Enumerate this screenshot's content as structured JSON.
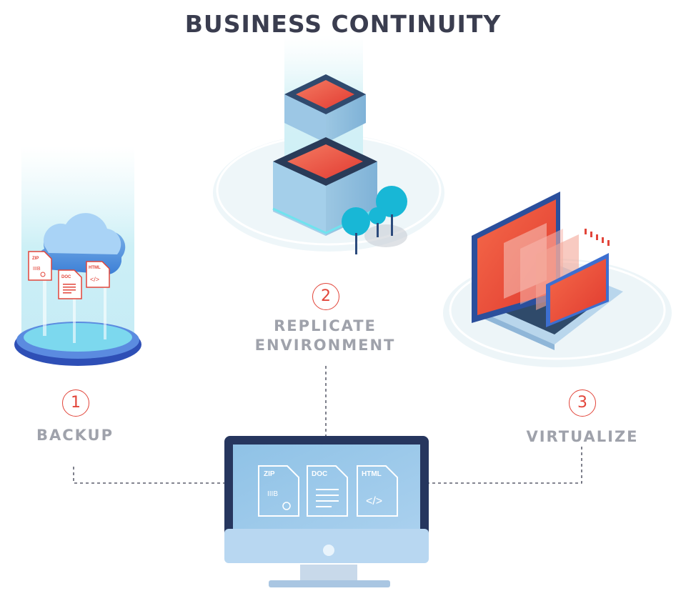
{
  "title": "BUSINESS CONTINUITY",
  "steps": [
    {
      "number": "1",
      "label": "BACKUP"
    },
    {
      "number": "2",
      "label_line1": "REPLICATE",
      "label_line2": "ENVIRONMENT"
    },
    {
      "number": "3",
      "label": "VIRTUALIZE"
    }
  ],
  "files": [
    "ZIP",
    "DOC",
    "HTML"
  ],
  "icons": [
    "cloud-icon",
    "server-stack-icon",
    "laptop-icon",
    "monitor-icon",
    "zip-file-icon",
    "doc-file-icon",
    "html-file-icon"
  ],
  "colors": {
    "accent": "#e2453a",
    "title": "#3a3d4f",
    "label": "#9fa2ab",
    "blue": "#3d6fd0",
    "light_blue": "#a9cdea"
  }
}
